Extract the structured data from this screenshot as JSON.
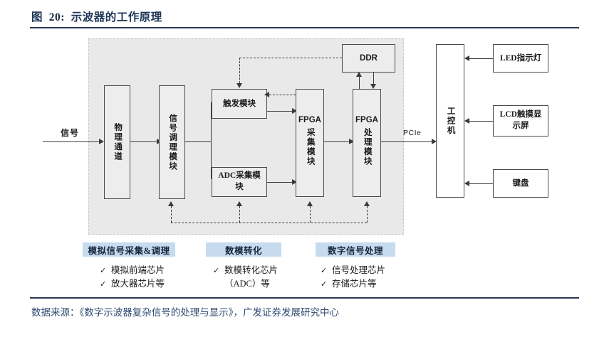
{
  "figure": {
    "label": "图",
    "number": "20:",
    "title": "示波器的工作原理"
  },
  "source": {
    "text": "数据来源：《数字示波器复杂信号的处理与显示》，广发证券发展研究中心"
  },
  "diagram": {
    "input_label": "信号",
    "pcie_label": "PCIe",
    "boxes": {
      "physical_channel": "物理通道",
      "signal_conditioning": "信号调理模块",
      "trigger_module": "触发模块",
      "adc_module_line1": "ADC采集模",
      "adc_module_line2": "块",
      "ddr": "DDR",
      "fpga_acq_latin": "FPGA",
      "fpga_acq_cn": "采集模块",
      "fpga_proc_latin": "FPGA",
      "fpga_proc_cn": "处理模块",
      "industrial_pc": "工控机",
      "led_indicator": "LED指示灯",
      "lcd_display_line1": "LCD触摸显",
      "lcd_display_line2": "示屏",
      "keyboard": "键盘"
    }
  },
  "legend": {
    "groups": [
      {
        "title": "模拟信号采集&调理",
        "items": [
          "模拟前端芯片",
          "放大器芯片等"
        ]
      },
      {
        "title": "数模转化",
        "items": [
          "数模转化芯片",
          "（ADC）等"
        ]
      },
      {
        "title": "数字信号处理",
        "items": [
          "信号处理芯片",
          "存储芯片等"
        ]
      }
    ],
    "check_glyph": "✓"
  },
  "colors": {
    "accent": "#1d3557",
    "legend_header_bg": "#c6dbee",
    "zone_bg": "#e9e9e9",
    "box_border": "#4a4a4a"
  }
}
